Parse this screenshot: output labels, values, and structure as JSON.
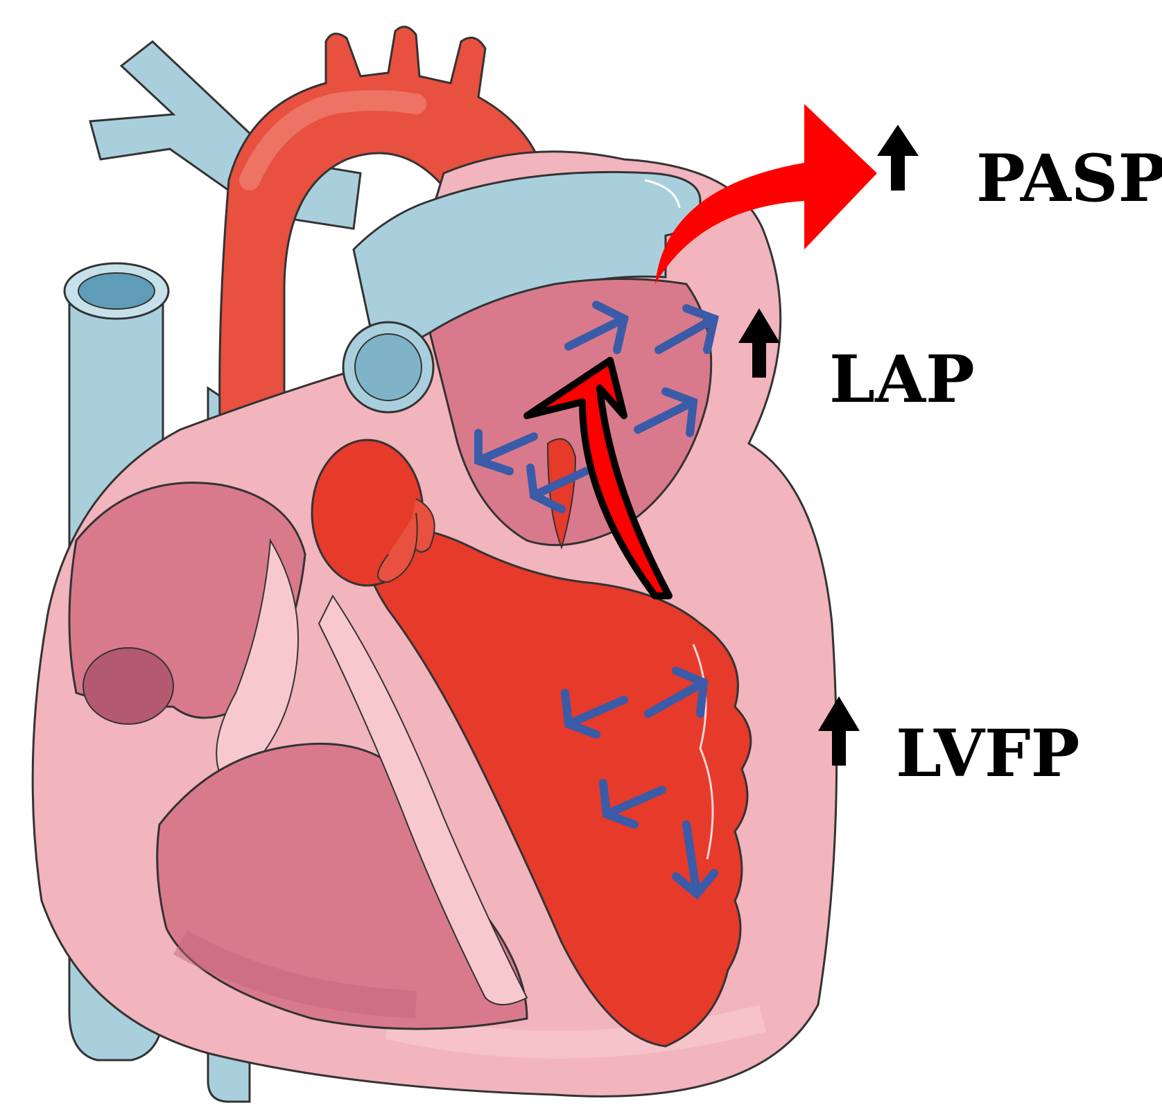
{
  "labels": {
    "pasp": "PASP",
    "lap": "LAP",
    "lvfp": "LVFP"
  },
  "colors": {
    "vessel_blue": "#a9cfdd",
    "vessel_blue_dark": "#7fb3c8",
    "aorta_red": "#e8503f",
    "aorta_light": "#ee7468",
    "myocardium": "#f2b4bd",
    "myocardium_light": "#f7c9cf",
    "chamber": "#d97a8c",
    "chamber_dark": "#c4637a",
    "blood": "#e63a2b",
    "flow_arrow": "#ff0000",
    "pressure_arrow": "#3a5ba8",
    "indicator": "#000000"
  }
}
